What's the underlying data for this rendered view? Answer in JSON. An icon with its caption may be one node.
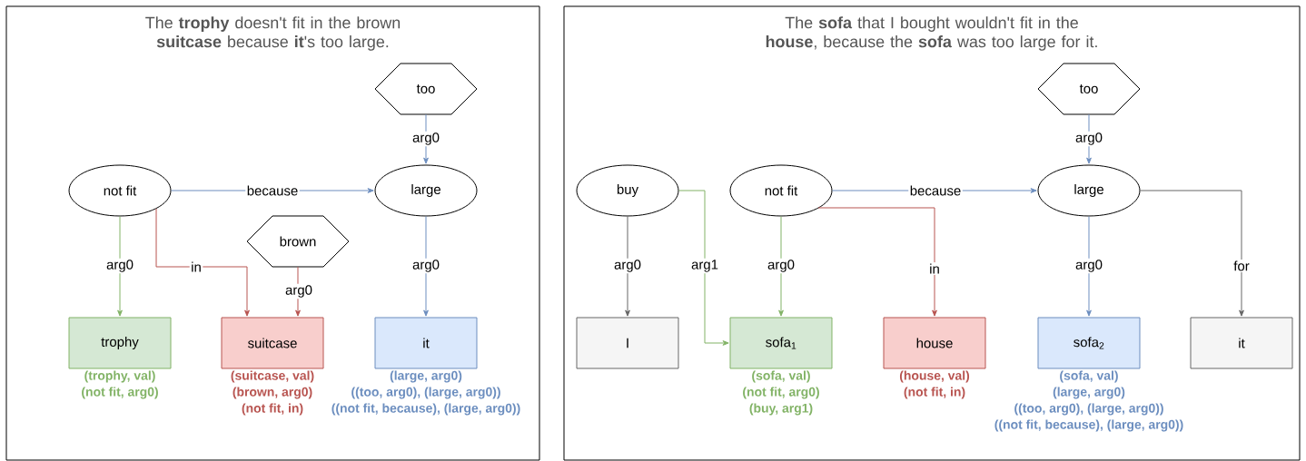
{
  "diagram": {
    "nodes": [
      {
        "text": [
          "The **trophy** doesn't fit in the brown **suitcase** because **it**'s too large."
        ]
      },
      {
        "text": [
          "too"
        ],
        "in": 0
      },
      {
        "text": [
          "not fit"
        ],
        "in": 0
      },
      {
        "text": [
          "large"
        ],
        "in": 0
      },
      {
        "text": [
          "brown"
        ],
        "in": 0
      },
      {
        "text": [
          "trophy"
        ],
        "in": 0,
        "beside": [
          "(trophy, val)",
          "(not fit, arg0)"
        ]
      },
      {
        "text": [
          "suitcase"
        ],
        "in": 0,
        "beside": [
          "(suitcase, val)",
          "(brown, arg0)",
          "(not fit, in)"
        ]
      },
      {
        "text": [
          "it"
        ],
        "in": 0,
        "beside": [
          "(large, arg0)",
          "((too, arg0), (large, arg0))",
          "((not fit, because), (large, arg0))"
        ]
      },
      {
        "text": [
          "The **sofa** that I bought wouldn't fit in the **house**, because the **sofa** was too large for it."
        ]
      },
      {
        "text": [
          "too"
        ],
        "in": 8
      },
      {
        "text": [
          "buy"
        ],
        "in": 8
      },
      {
        "text": [
          "not fit"
        ],
        "in": 8
      },
      {
        "text": [
          "large"
        ],
        "in": 8
      },
      {
        "text": [
          "I"
        ],
        "in": 8
      },
      {
        "text": [
          "sofa$_{1}$"
        ],
        "in": 8,
        "beside": [
          "(sofa, val)",
          "(not fit, arg0)",
          "(buy, arg1)"
        ]
      },
      {
        "text": [
          "house"
        ],
        "in": 8,
        "beside": [
          "(house, val)",
          "(not fit, in)"
        ]
      },
      {
        "text": [
          "sofa$_{2}$"
        ],
        "in": 8,
        "beside": [
          "(sofa, val)",
          "(large, arg0)",
          "((too, arg0), (large, arg0))",
          "((not fit, because), (large, arg0))"
        ]
      },
      {
        "text": [
          "it"
        ],
        "in": 8
      }
    ],
    "edges": [
      {
        "from": 2,
        "to": 3,
        "arrow": "to",
        "label": "because"
      },
      {
        "from": 2,
        "to": 5,
        "arrow": "to",
        "label": "arg0",
        "color": "#82b366"
      },
      {
        "from": 2,
        "to": 6,
        "arrow": "to",
        "label": "in",
        "color": "#b85450"
      },
      {
        "from": 4,
        "to": 6,
        "arrow": "to",
        "label": "arg0",
        "color": "#b85450"
      },
      {
        "from": 1,
        "to": 3,
        "arrow": "to",
        "label": "arg0"
      },
      {
        "from": 3,
        "to": 7,
        "arrow": "to",
        "label": "arg0"
      },
      {
        "from": 10,
        "to": 13,
        "arrow": "to",
        "label": "arg0",
        "color": "#666666"
      },
      {
        "from": 10,
        "to": 14,
        "arrow": "to",
        "label": "arg1",
        "color": "#82b366"
      },
      {
        "from": 11,
        "to": 14,
        "arrow": "to",
        "label": "arg0",
        "color": "#82b366"
      },
      {
        "from": 11,
        "to": 15,
        "arrow": "to",
        "label": "in",
        "color": "#b85450"
      },
      {
        "from": 11,
        "to": 12,
        "arrow": "to",
        "label": "because"
      },
      {
        "from": 9,
        "to": 12,
        "arrow": "to",
        "label": "arg0"
      },
      {
        "from": 12,
        "to": 16,
        "arrow": "to",
        "label": "arg0"
      },
      {
        "from": 12,
        "to": 17,
        "arrow": "to",
        "label": "for",
        "color": "#666666"
      }
    ]
  }
}
